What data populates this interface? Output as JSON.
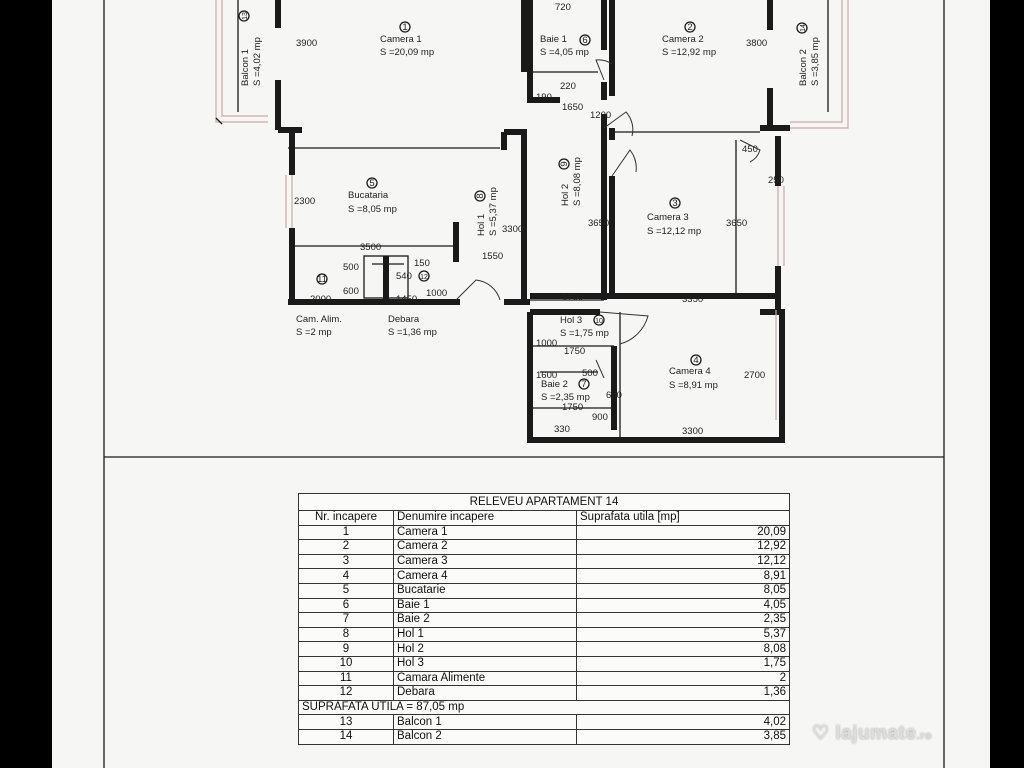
{
  "plan": {
    "rooms": {
      "camera1": {
        "num": "1",
        "name": "Camera 1",
        "area": "S =20,09 mp"
      },
      "baie1": {
        "num": "6",
        "name": "Baie 1",
        "area": "S =4,05 mp"
      },
      "camera2": {
        "num": "2",
        "name": "Camera 2",
        "area": "S =12,92 mp"
      },
      "balcon1": {
        "num": "13",
        "name": "Balcon 1",
        "area": "S =4,02 mp"
      },
      "balcon2": {
        "num": "14",
        "name": "Balcon 2",
        "area": "S =3,85 mp"
      },
      "bucatarie": {
        "num": "5",
        "name": "Bucataria",
        "area": "S =8,05 mp"
      },
      "hol1": {
        "num": "8",
        "name": "Hol 1",
        "area": "S =5,37 mp"
      },
      "hol2": {
        "num": "9",
        "name": "Hol 2",
        "area": "S =8,08 mp"
      },
      "camera3": {
        "num": "3",
        "name": "Camera 3",
        "area": "S =12,12 mp"
      },
      "camalim": {
        "num": "11",
        "name": "Cam. Alim.",
        "area": "S =2 mp"
      },
      "debara": {
        "num": "12",
        "name": "Debara",
        "area": "S =1,36 mp"
      },
      "hol3": {
        "num": "10",
        "name": "Hol 3",
        "area": "S =1,75 mp"
      },
      "baie2": {
        "num": "7",
        "name": "Baie 2",
        "area": "S =2,35 mp"
      },
      "camera4": {
        "num": "4",
        "name": "Camera 4",
        "area": "S =8,91 mp"
      }
    },
    "dims": {
      "d3900": "3900",
      "d720": "720",
      "d3800": "3800",
      "d220": "220",
      "d190": "190",
      "d1650": "1650",
      "d1200": "1200",
      "d450": "450",
      "d250": "250",
      "d2300": "2300",
      "d3300": "3300",
      "d3650a": "3650",
      "d3650b": "3650",
      "d3500": "3500",
      "d500": "500",
      "d150": "150",
      "d540": "540",
      "d1550": "1550",
      "d600": "600",
      "d1000a": "1000",
      "d2000": "2000",
      "d1450": "1450",
      "d1700": "1700",
      "d3350": "3350",
      "d1000b": "1000",
      "d1750a": "1750",
      "d1600": "1600",
      "d500b": "500",
      "d2700": "2700",
      "d600b": "600",
      "d1750b": "1750",
      "d900": "900",
      "d330": "330",
      "d3300b": "3300"
    }
  },
  "table": {
    "title": "RELEVEU APARTAMENT 14",
    "headers": [
      "Nr. incapere",
      "Denumire incapere",
      "Suprafata utila [mp]"
    ],
    "rows": [
      {
        "nr": "1",
        "name": "Camera 1",
        "area": "20,09"
      },
      {
        "nr": "2",
        "name": "Camera 2",
        "area": "12,92"
      },
      {
        "nr": "3",
        "name": "Camera 3",
        "area": "12,12"
      },
      {
        "nr": "4",
        "name": "Camera 4",
        "area": "8,91"
      },
      {
        "nr": "5",
        "name": "Bucatarie",
        "area": "8,05"
      },
      {
        "nr": "6",
        "name": "Baie 1",
        "area": "4,05"
      },
      {
        "nr": "7",
        "name": "Baie 2",
        "area": "2,35"
      },
      {
        "nr": "8",
        "name": "Hol 1",
        "area": "5,37"
      },
      {
        "nr": "9",
        "name": "Hol 2",
        "area": "8,08"
      },
      {
        "nr": "10",
        "name": "Hol 3",
        "area": "1,75"
      },
      {
        "nr": "11",
        "name": "Camara Alimente",
        "area": "2"
      },
      {
        "nr": "12",
        "name": "Debara",
        "area": "1,36"
      }
    ],
    "total": "SUPRAFATA UTILA = 87,05 mp",
    "rows2": [
      {
        "nr": "13",
        "name": "Balcon 1",
        "area": "4,02"
      },
      {
        "nr": "14",
        "name": "Balcon 2",
        "area": "3,85"
      }
    ]
  },
  "watermark": {
    "text": "lajumate",
    "suffix": ".ro"
  }
}
